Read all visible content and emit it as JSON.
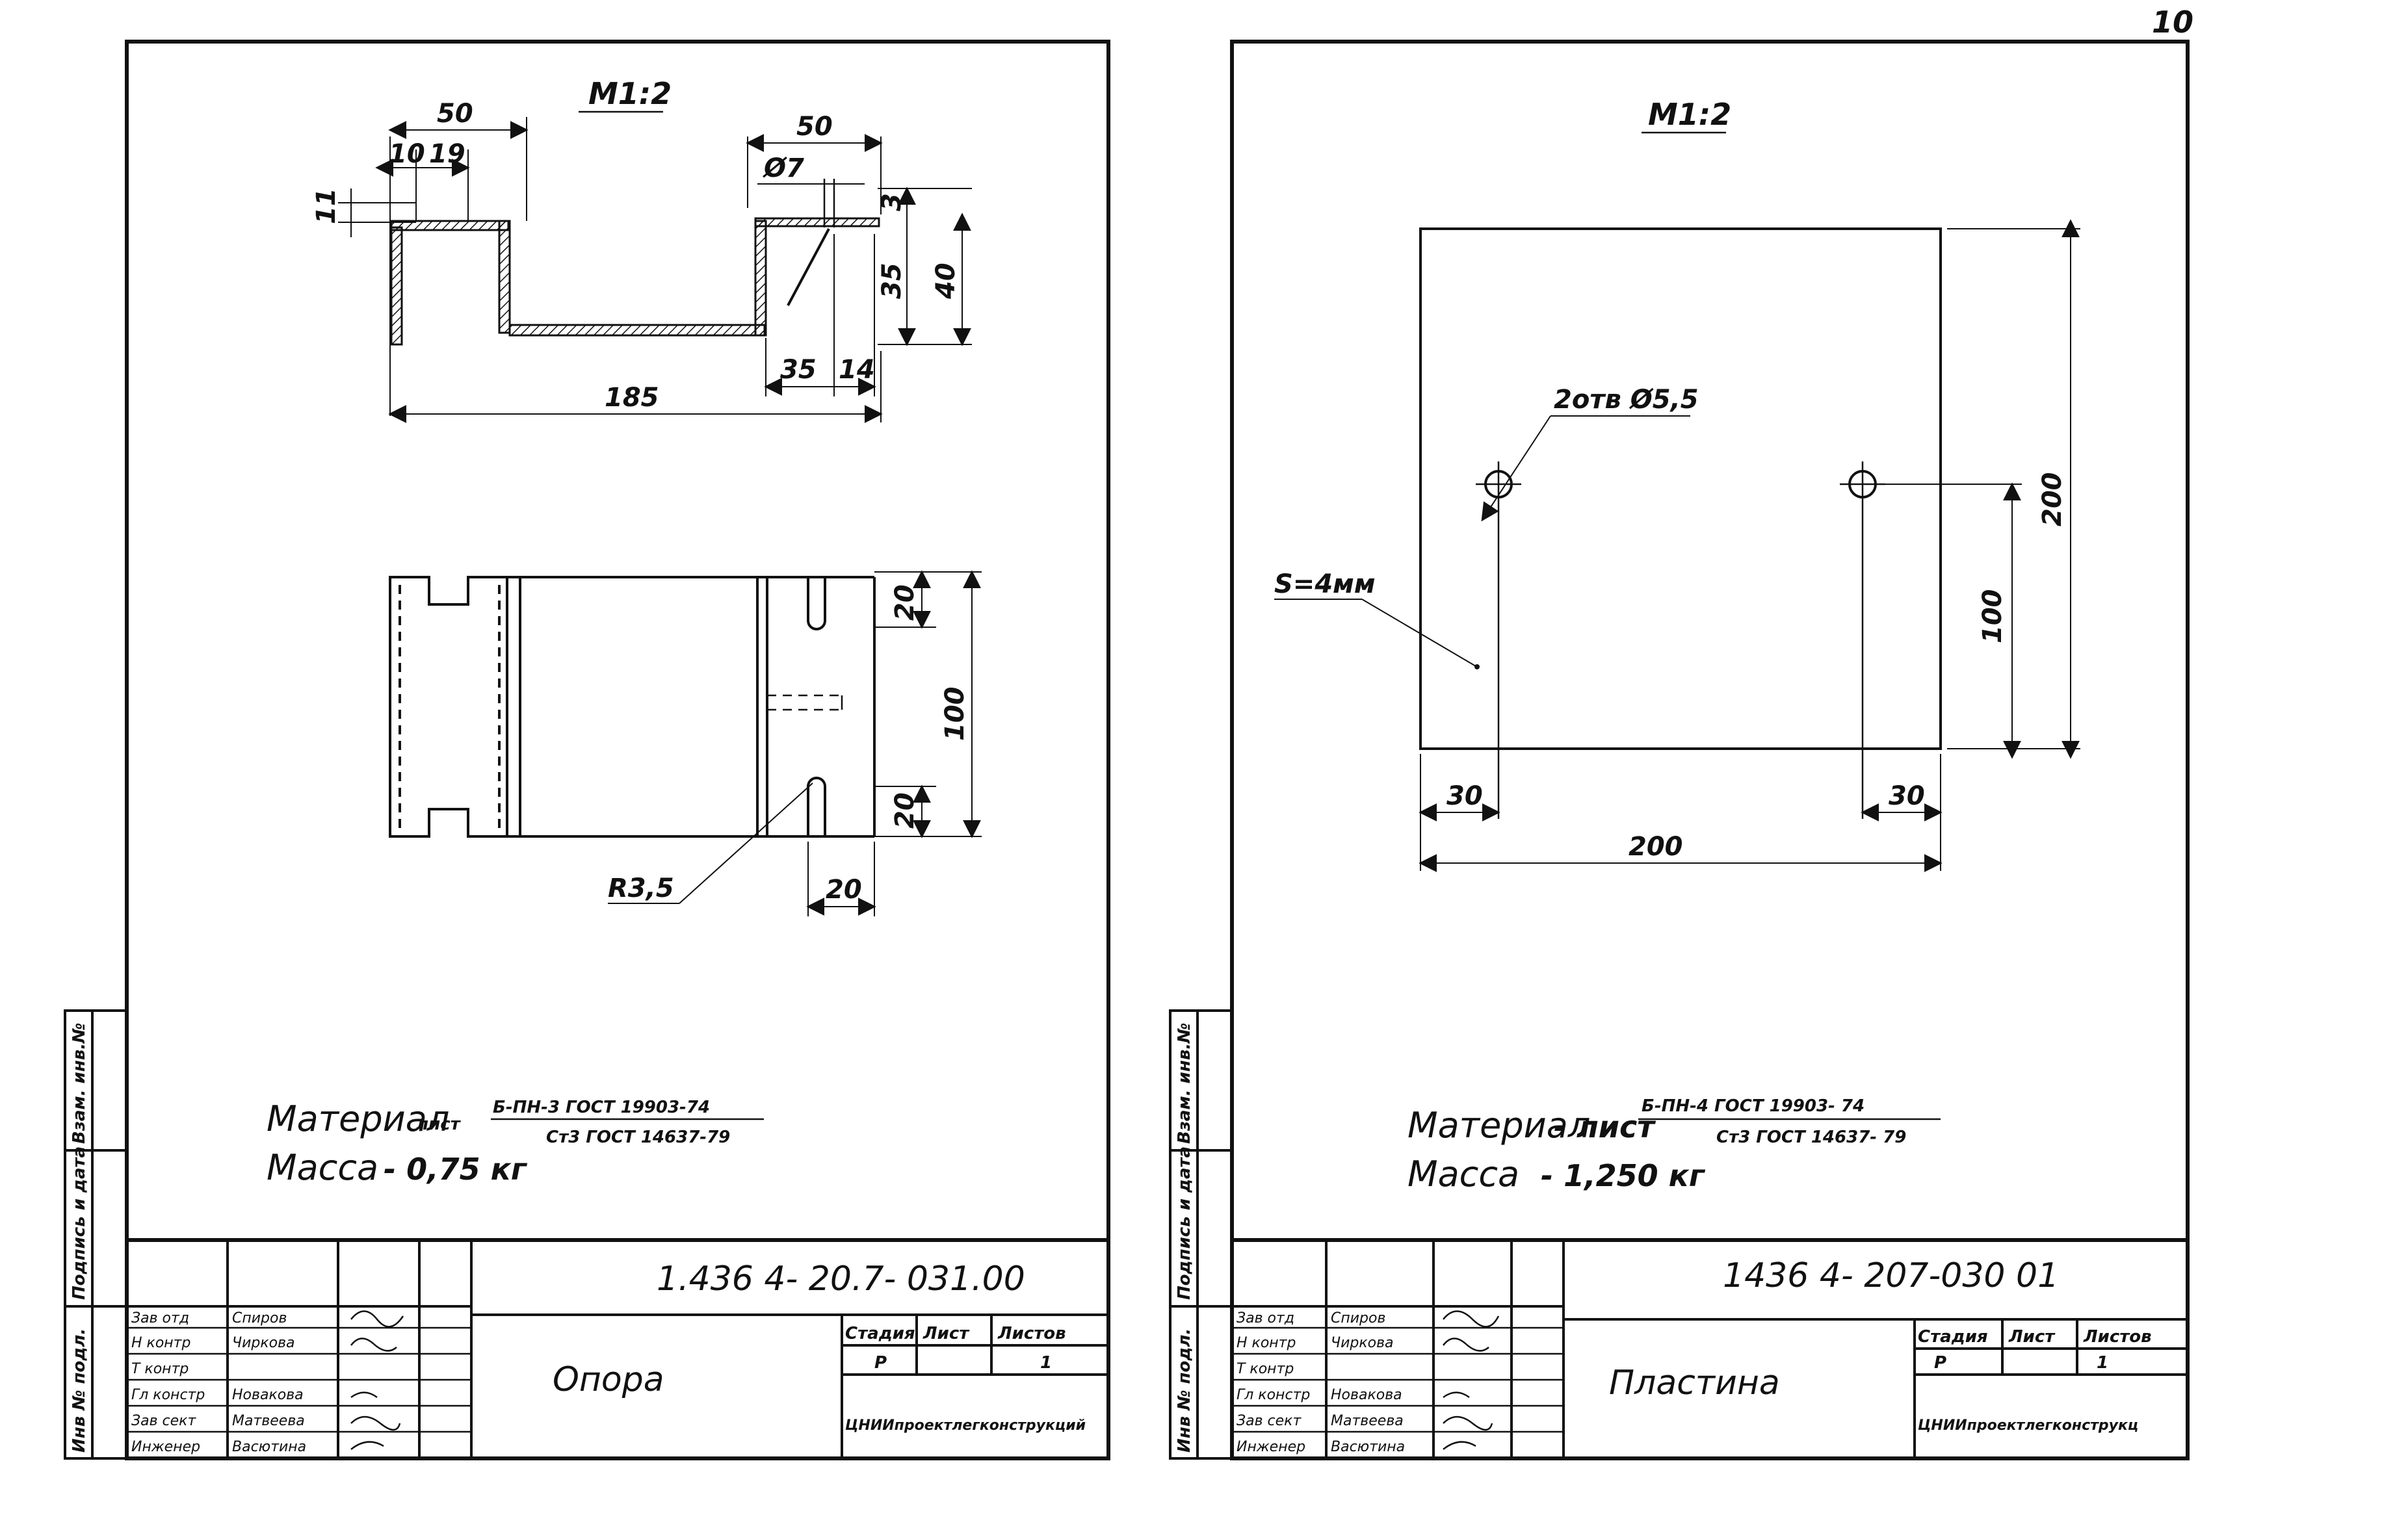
{
  "page_number": "10",
  "left_sheet": {
    "scale": "М1:2",
    "dims": {
      "top_w": "50",
      "d10": "10",
      "d19": "19",
      "h11": "11",
      "right_w": "50",
      "hole_d": "Ø7",
      "d3": "3",
      "d35v": "35",
      "d40": "40",
      "d35h": "35",
      "d14": "14",
      "total": "185",
      "d20a": "20",
      "d100": "100",
      "d20b": "20",
      "r35": "R3,5",
      "d20c": "20"
    },
    "material_label": "Материал",
    "material_sub": "лист",
    "material_top": "Б-ПН-3 ГОСТ 19903-74",
    "material_bottom": "Ст3 ГОСТ 14637-79",
    "mass_label": "Масса",
    "mass_value": "- 0,75 кг",
    "doc_code": "1.436 4- 20.7- 031.00",
    "part_name": "Опора",
    "stage_h": "Стадия",
    "sheet_h": "Лист",
    "sheets_h": "Листов",
    "stage": "Р",
    "sheets": "1",
    "org": "ЦНИИпроектлегконструкций",
    "roles": [
      "Зав отд",
      "Н контр",
      "Т контр",
      "Гл констр",
      "Зав сект",
      "Инженер"
    ],
    "names": [
      "Спиров",
      "Чиркова",
      "",
      "Новакова",
      "Матвеева",
      "Васютина"
    ],
    "side": [
      "Инв № подл.",
      "Подпись и дата",
      "Взам. инв.№"
    ]
  },
  "right_sheet": {
    "scale": "М1:2",
    "holes": "2отв Ø5,5",
    "thickness": "S=4мм",
    "dims": {
      "h200": "200",
      "h100": "100",
      "l30": "30",
      "r30": "30",
      "w200": "200"
    },
    "material_label": "Материал",
    "material_sub": "- лист",
    "material_top": "Б-ПН-4 ГОСТ 19903- 74",
    "material_bottom": "Ст3 ГОСТ 14637- 79",
    "mass_label": "Масса",
    "mass_value": "- 1,250 кг",
    "doc_code": "1436 4- 207-030 01",
    "part_name": "Пластина",
    "stage_h": "Стадия",
    "sheet_h": "Лист",
    "sheets_h": "Листов",
    "stage": "Р",
    "sheets": "1",
    "org": "ЦНИИпроектлегконструкц",
    "roles": [
      "Зав отд",
      "Н контр",
      "Т контр",
      "Гл констр",
      "Зав сект",
      "Инженер"
    ],
    "names": [
      "Спиров",
      "Чиркова",
      "",
      "Новакова",
      "Матвеева",
      "Васютина"
    ],
    "side": [
      "Инв № подл.",
      "Подпись и дата",
      "Взам. инв.№"
    ]
  }
}
